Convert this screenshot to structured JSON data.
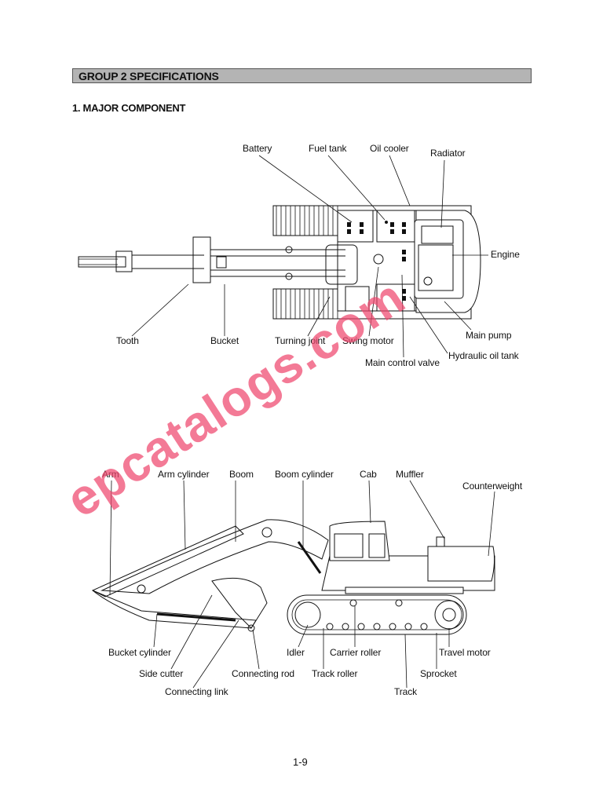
{
  "header": {
    "group_title": "GROUP  2  SPECIFICATIONS"
  },
  "section": {
    "title": "1.  MAJOR COMPONENT"
  },
  "top_view": {
    "labels": {
      "battery": "Battery",
      "fuel_tank": "Fuel tank",
      "oil_cooler": "Oil cooler",
      "radiator": "Radiator",
      "engine": "Engine",
      "tooth": "Tooth",
      "bucket": "Bucket",
      "turning_joint": "Turning joint",
      "swing_motor": "Swing motor",
      "main_pump": "Main pump",
      "hydraulic_oil_tank": "Hydraulic oil tank",
      "main_control_valve": "Main control valve"
    }
  },
  "side_view": {
    "labels": {
      "arm": "Arm",
      "arm_cylinder": "Arm cylinder",
      "boom": "Boom",
      "boom_cylinder": "Boom cylinder",
      "cab": "Cab",
      "muffler": "Muffler",
      "counterweight": "Counterweight",
      "bucket_cylinder": "Bucket cylinder",
      "side_cutter": "Side cutter",
      "connecting_link": "Connecting link",
      "connecting_rod": "Connecting rod",
      "idler": "Idler",
      "carrier_roller": "Carrier roller",
      "track_roller": "Track roller",
      "track": "Track",
      "sprocket": "Sprocket",
      "travel_motor": "Travel motor"
    }
  },
  "watermark": "epcatalogs.com",
  "footer": {
    "page_number": "1-9"
  }
}
